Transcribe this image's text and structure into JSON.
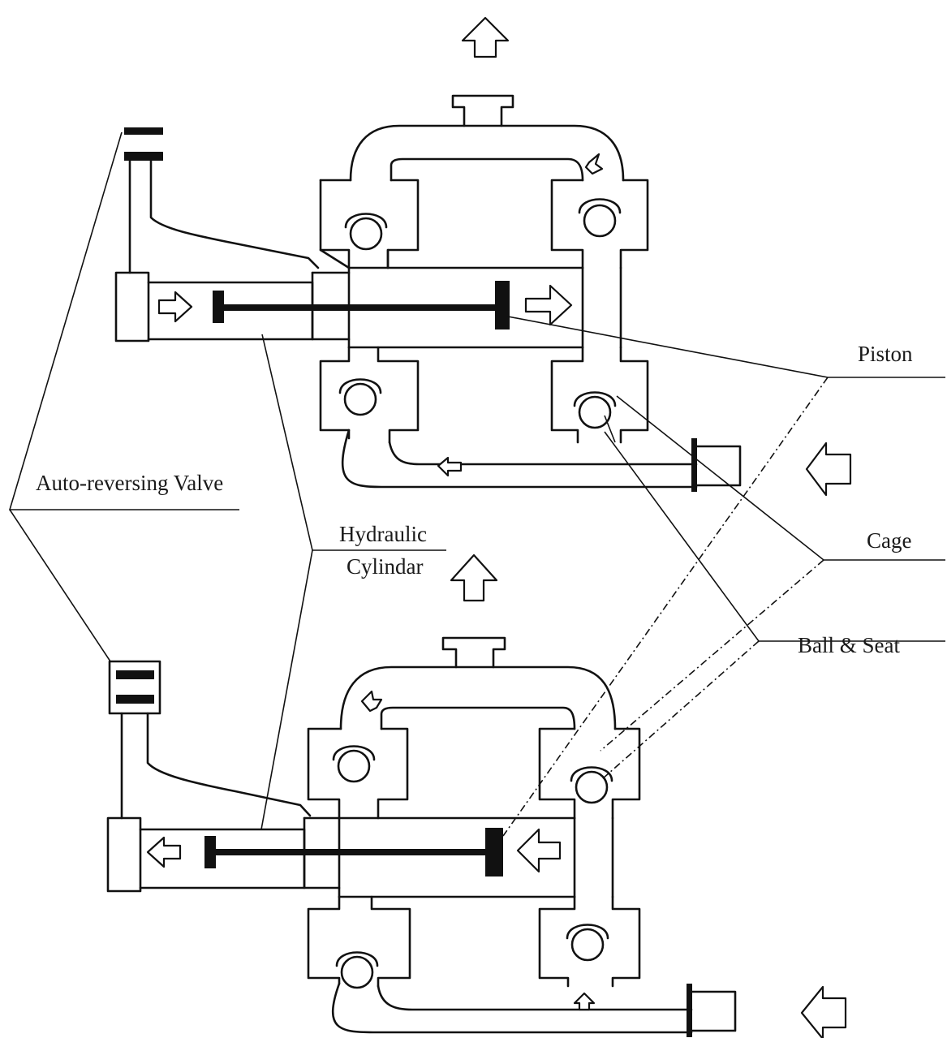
{
  "labels": {
    "piston": "Piston",
    "cage": "Cage",
    "ball_seat": "Ball & Seat",
    "auto_reversing_valve": "Auto-reversing Valve",
    "hydraulic": "Hydraulic",
    "cylindar": "Cylindar"
  },
  "colors": {
    "ink": "#111111",
    "paper": "#ffffff"
  }
}
